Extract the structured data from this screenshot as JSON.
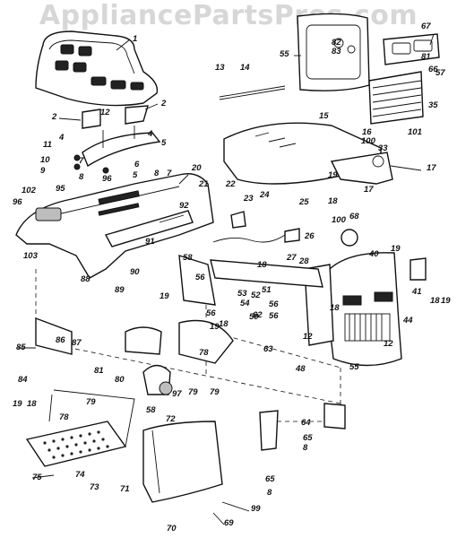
{
  "watermark": "AppliancePartsPros.com",
  "callouts": [
    "1",
    "2",
    "12",
    "2",
    "4",
    "4",
    "5",
    "11",
    "10",
    "9",
    "7",
    "6",
    "8",
    "96",
    "5",
    "102",
    "96",
    "95",
    "8",
    "7",
    "20",
    "103",
    "21",
    "22",
    "92",
    "91",
    "58",
    "90",
    "89",
    "88",
    "13",
    "14",
    "55",
    "82",
    "83",
    "67",
    "81",
    "66",
    "57",
    "35",
    "101",
    "16",
    "100",
    "33",
    "17",
    "15",
    "19",
    "18",
    "17",
    "23",
    "24",
    "25",
    "26",
    "68",
    "100",
    "40",
    "19",
    "41",
    "18",
    "19",
    "56",
    "27",
    "28",
    "18",
    "53",
    "54",
    "52",
    "51",
    "50",
    "56",
    "56",
    "18",
    "44",
    "12",
    "19",
    "56",
    "19",
    "18",
    "62",
    "63",
    "12",
    "48",
    "55",
    "85",
    "86",
    "87",
    "84",
    "78",
    "81",
    "80",
    "97",
    "79",
    "79",
    "58",
    "72",
    "19",
    "18",
    "79",
    "78",
    "74",
    "73",
    "71",
    "75",
    "64",
    "65",
    "8",
    "65",
    "8",
    "70",
    "69",
    "99"
  ]
}
